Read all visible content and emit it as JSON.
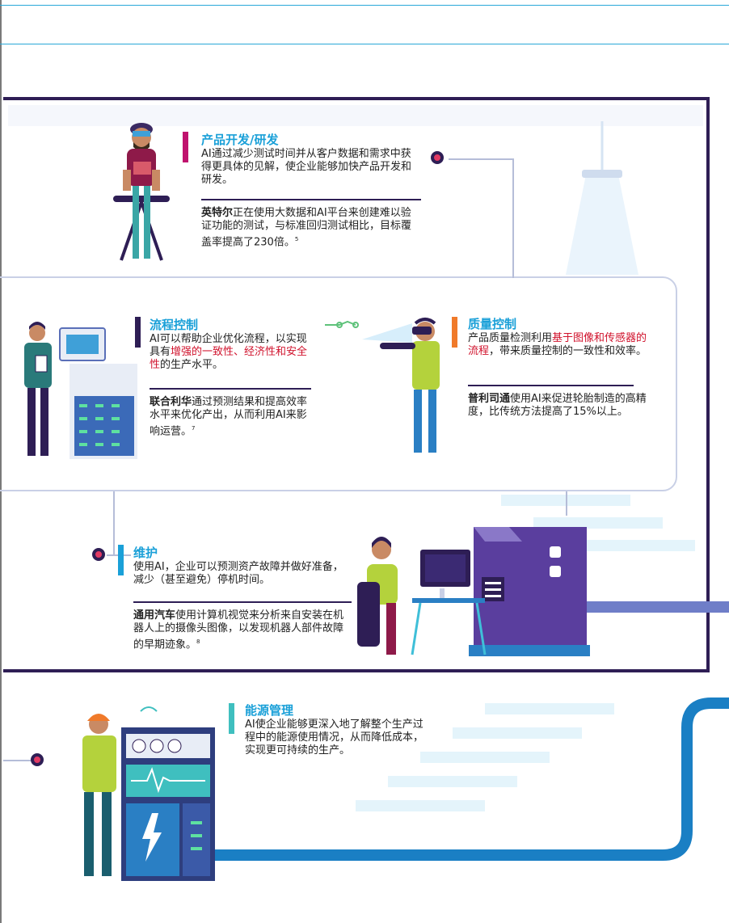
{
  "sections": {
    "product": {
      "title": "产品开发/研发",
      "desc": "AI通过减少测试时间并从客户数据和需求中获得更具体的见解，使企业能够加快产品开发和研发。",
      "note_company": "英特尔",
      "note_text": "正在使用大数据和AI平台来创建难以验证功能的测试，与标准回归测试相比，目标覆盖率提高了230倍。",
      "note_ref": "5",
      "bar_color": "#c0126e"
    },
    "process": {
      "title": "流程控制",
      "desc_a": "AI可以帮助企业优化流程，以实现具有",
      "desc_highlight": "增强的一致性、经济性和安全性",
      "desc_b": "的生产水平。",
      "note_company": "联合利华",
      "note_text": "通过预测结果和提高效率水平来优化产出，从而利用AI来影响运营。",
      "note_ref": "7",
      "bar_color": "#2e1e55"
    },
    "quality": {
      "title": "质量控制",
      "desc_a": "产品质量检测利用",
      "desc_highlight": "基于图像和传感器的流程",
      "desc_b": "，带来质量控制的一致性和效率。",
      "note_company": "普利司通",
      "note_text": "使用AI来促进轮胎制造的高精度，比传统方法提高了15%以上。",
      "bar_color": "#f07a2a"
    },
    "maintenance": {
      "title": "维护",
      "desc": "使用AI，企业可以预测资产故障并做好准备，减少（甚至避免）停机时间。",
      "note_company": "通用汽车",
      "note_text": "使用计算机视觉来分析来自安装在机器人上的摄像头图像，以发现机器人部件故障的早期迹象。",
      "note_ref": "8",
      "bar_color": "#1aa0d8"
    },
    "energy": {
      "title": "能源管理",
      "desc": "AI使企业能够更深入地了解整个生产过程中的能源使用情况，从而降低成本，实现更可持续的生产。",
      "bar_color": "#3fbfbf"
    }
  },
  "colors": {
    "navy": "#2e1e55",
    "accent_blue": "#1aa0d8",
    "pipe_blue": "#1a7fc4",
    "highlight_red": "#d0112b",
    "dot_pink": "#e23a64"
  },
  "icons": {
    "product": "engineer-at-workstation-icon",
    "process": "operator-with-tablet-icon",
    "quality": "vr-inspector-icon",
    "maintenance": "technician-at-computer-icon",
    "energy": "worker-at-control-panel-icon"
  }
}
